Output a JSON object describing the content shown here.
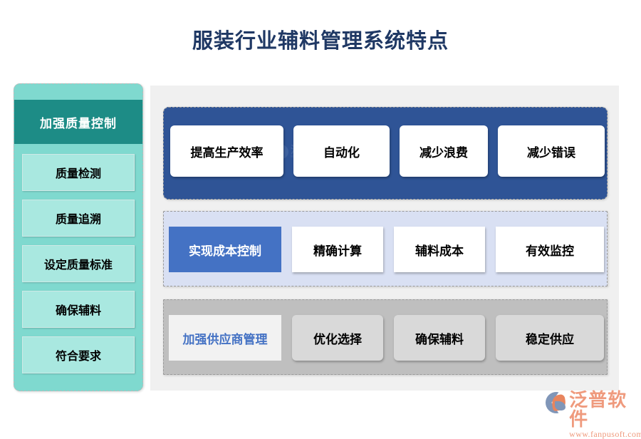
{
  "page": {
    "title": "服装行业辅料管理系统特点"
  },
  "sidebar": {
    "header": "加强质量控制",
    "items": [
      {
        "label": "质量检测"
      },
      {
        "label": "质量追溯"
      },
      {
        "label": "设定质量标准"
      },
      {
        "label": "确保辅料"
      },
      {
        "label": "符合要求"
      }
    ]
  },
  "main": {
    "rows": [
      {
        "panel_color": "#2f5496",
        "cards": [
          {
            "label": "提高生产效率",
            "style": "plain"
          },
          {
            "label": "自动化",
            "style": "plain"
          },
          {
            "label": "减少浪费",
            "style": "plain"
          },
          {
            "label": "减少错误",
            "style": "plain"
          }
        ]
      },
      {
        "panel_color": "#d9e0f3",
        "cards": [
          {
            "label": "实现成本控制",
            "style": "accent"
          },
          {
            "label": "精确计算",
            "style": "plain"
          },
          {
            "label": "辅料成本",
            "style": "plain"
          },
          {
            "label": "有效监控",
            "style": "plain"
          }
        ]
      },
      {
        "panel_color": "#bfbfbf",
        "cards": [
          {
            "label": "加强供应商管理",
            "style": "accent"
          },
          {
            "label": "优化选择",
            "style": "plain"
          },
          {
            "label": "确保辅料",
            "style": "plain"
          },
          {
            "label": "稳定供应",
            "style": "plain"
          }
        ]
      }
    ]
  },
  "watermark": {
    "name": "泛普软件",
    "url": "www.fanpusoft.com"
  },
  "brand": {
    "name": "泛普软件",
    "url": "www.fanpusoft.com"
  },
  "colors": {
    "title": "#1f3864",
    "sidebar_body": "#7fd9cf",
    "sidebar_header": "#1d8c86",
    "sidebar_item": "#a9e8e0",
    "row0_panel": "#2f5496",
    "row1_panel": "#d9e0f3",
    "row1_accent": "#4472c4",
    "row2_panel": "#bfbfbf",
    "row2_card": "#d9d9d9",
    "row2_accent_text": "#4472c4",
    "main_bg": "#f0f0f0",
    "brand": "#ef9a7d"
  }
}
